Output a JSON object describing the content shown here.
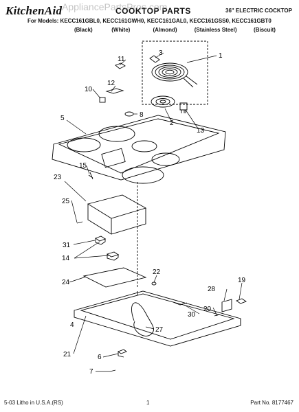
{
  "header": {
    "brand": "KitchenAid",
    "section_title": "COOKTOP PARTS",
    "product_description": "36\" ELECTRIC COCKTOP",
    "models_line": "For Models: KECC161GBL0, KECC161GWH0, KECC161GAL0, KECC161GSS0, KECC161GBT0",
    "colors": [
      "(Black)",
      "(White)",
      "(Almond)",
      "(Stainless Steel)",
      "(Biscuit)"
    ]
  },
  "watermark": "AppliancePartsPros.com",
  "callouts": [
    "1",
    "2",
    "3",
    "4",
    "5",
    "6",
    "7",
    "8",
    "10",
    "11",
    "12",
    "13",
    "14",
    "15",
    "19",
    "20",
    "21",
    "22",
    "23",
    "24",
    "25",
    "27",
    "28",
    "30",
    "31"
  ],
  "footer": {
    "left": "5-03 Litho in U.S.A.(RS)",
    "page": "1",
    "part_no": "Part No. 8177467"
  }
}
